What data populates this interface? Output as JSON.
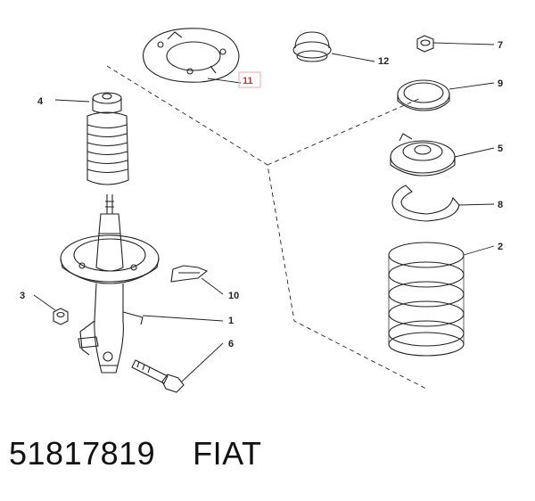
{
  "caption": {
    "part_number": "51817819",
    "brand": "FIAT"
  },
  "callouts": [
    {
      "id": "1",
      "text": "1"
    },
    {
      "id": "2",
      "text": "2"
    },
    {
      "id": "3",
      "text": "3"
    },
    {
      "id": "4",
      "text": "4"
    },
    {
      "id": "5",
      "text": "5"
    },
    {
      "id": "6",
      "text": "6"
    },
    {
      "id": "7",
      "text": "7"
    },
    {
      "id": "8",
      "text": "8"
    },
    {
      "id": "9",
      "text": "9"
    },
    {
      "id": "10",
      "text": "10"
    },
    {
      "id": "11",
      "text": "11",
      "highlighted": true
    },
    {
      "id": "12",
      "text": "12"
    }
  ],
  "colors": {
    "line": "#222222",
    "highlight": "#c0392b",
    "highlight_box": "#f3b9b9"
  }
}
